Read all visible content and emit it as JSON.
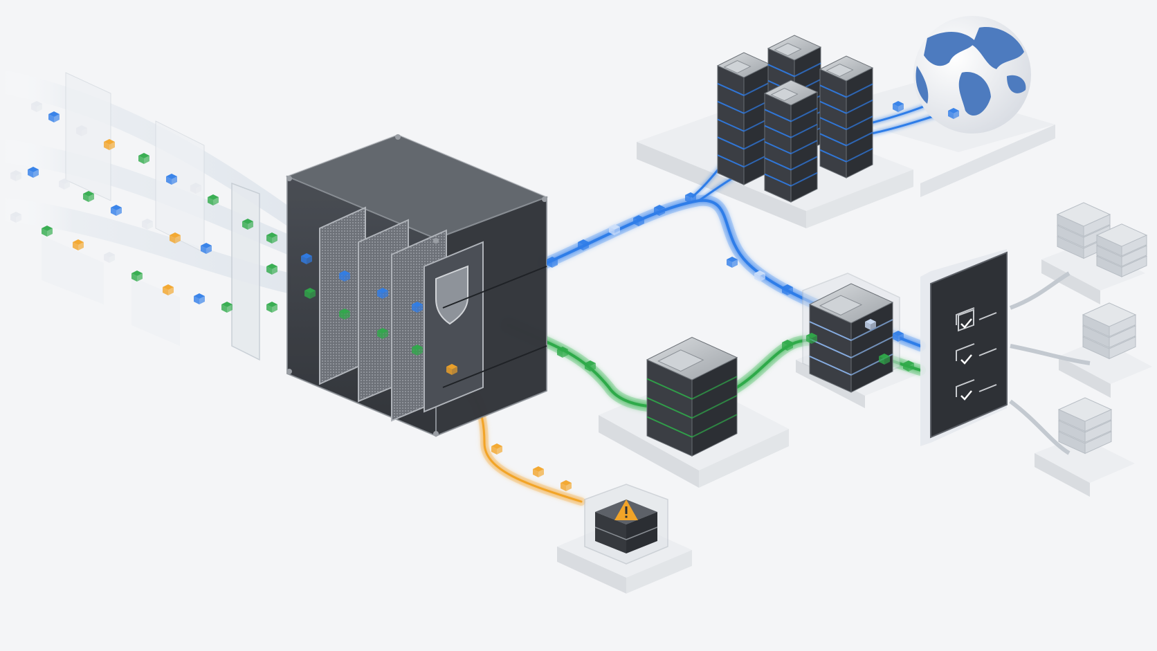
{
  "diagram": {
    "type": "isometric-network-security-flow",
    "accent_colors": {
      "blue": "#2f7de8",
      "green": "#2faa4a",
      "orange": "#f2a428",
      "dark_panel": "#3a3d42",
      "platform": "#e9ebee",
      "globe_ocean": "#4d7bbf",
      "globe_land": "#f1f3f6"
    },
    "nodes": [
      {
        "id": "ingress-streams",
        "icon": "data-packet-streams"
      },
      {
        "id": "firewall-appliance",
        "icon": "shield-icon"
      },
      {
        "id": "server-cluster",
        "icon": "server-rack-icon"
      },
      {
        "id": "globe",
        "icon": "globe-icon"
      },
      {
        "id": "processing-server",
        "icon": "server-rack-icon"
      },
      {
        "id": "routing-server",
        "icon": "server-rack-icon"
      },
      {
        "id": "checklist-panel",
        "icon": "checklist-icon"
      },
      {
        "id": "database-storage",
        "icon": "database-icon"
      },
      {
        "id": "quarantine-box",
        "icon": "warning-icon"
      }
    ],
    "flows": [
      {
        "from": "firewall-appliance",
        "to": "server-cluster",
        "color": "blue"
      },
      {
        "from": "server-cluster",
        "to": "globe",
        "color": "blue"
      },
      {
        "from": "firewall-appliance",
        "to": "processing-server",
        "color": "green"
      },
      {
        "from": "processing-server",
        "to": "routing-server",
        "color": "green"
      },
      {
        "from": "routing-server",
        "to": "checklist-panel",
        "color": "blue"
      },
      {
        "from": "checklist-panel",
        "to": "database-storage",
        "color": "gray"
      },
      {
        "from": "firewall-appliance",
        "to": "quarantine-box",
        "color": "orange"
      }
    ]
  }
}
